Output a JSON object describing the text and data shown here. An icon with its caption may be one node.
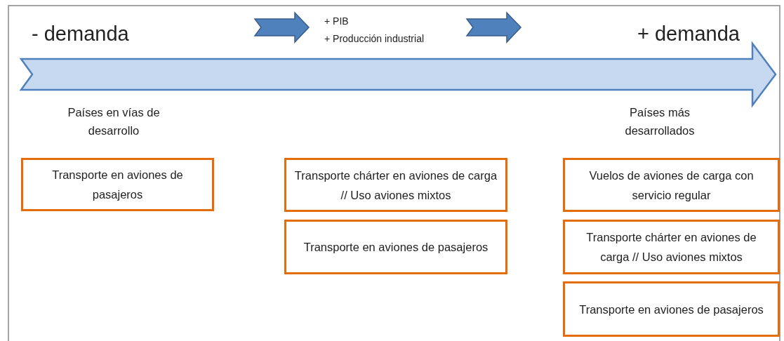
{
  "diagram": {
    "nodes": [
      {
        "text": [
          "Transporte en aviones de pasajeros"
        ]
      },
      {
        "text": [
          "Transporte chárter en aviones de carga // Uso aviones mixtos"
        ]
      },
      {
        "text": [
          "Transporte en aviones de pasajeros"
        ]
      },
      {
        "text": [
          "Vuelos de aviones de carga con servicio regular"
        ]
      },
      {
        "text": [
          "Transporte chárter en aviones de carga // Uso aviones mixtos"
        ]
      },
      {
        "text": [
          "Transporte en aviones de pasajeros"
        ]
      }
    ],
    "edges": [],
    "labels": [
      "- demanda",
      "+ PIB",
      "+ Producción industrial",
      "+ demanda",
      "Países en vías de desarrollo",
      "Países más desarrollados"
    ]
  }
}
